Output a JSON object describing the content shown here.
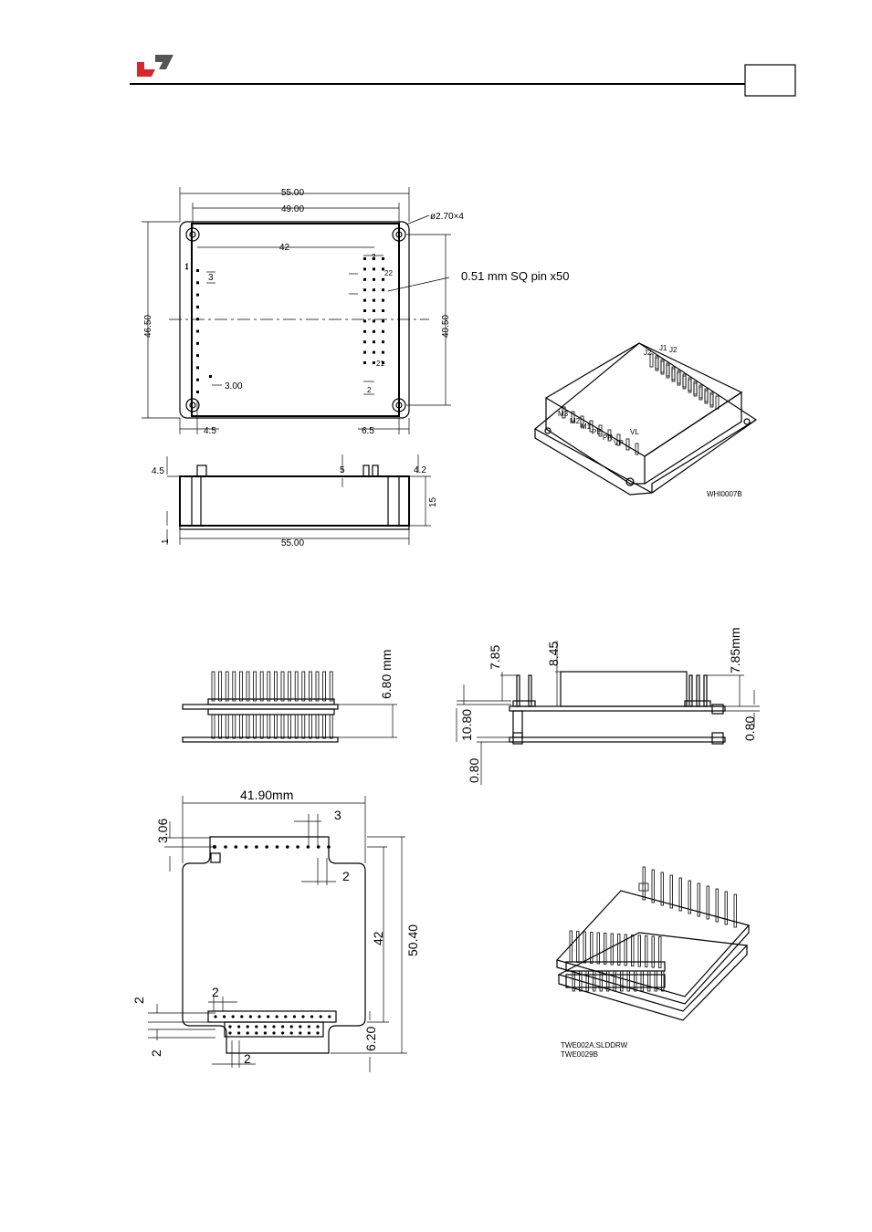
{
  "header": {
    "logo_colors": {
      "red": "#d9262b",
      "gray": "#555555"
    }
  },
  "top_view": {
    "dim_overall_width": "55.00",
    "dim_hole_spacing": "49.00",
    "dim_hole_dia": "ø2.70×4",
    "dim_pin_span": "42",
    "dim_pin_pitch_left": "3",
    "dim_pin_pitch_right": "3",
    "dim_pitch_top_right": "2",
    "dim_row_right": "22",
    "dim_pin_label": "0.51 mm SQ pin x50",
    "dim_left_pin": "3.00",
    "dim_height_overall": "46.50",
    "dim_height_holes": "40.50",
    "dim_left_offset": "4.5",
    "dim_right_offset": "6.5",
    "dim_pitch_bottom_right": "2",
    "pin_label_bottom": "1",
    "pin_label_bottom2": "21"
  },
  "side_view": {
    "dim_left_pin": "4.5",
    "dim_mid_pin": "5",
    "dim_right_pin": "4.2",
    "dim_height": "15",
    "dim_base": "1",
    "dim_width": "55.00"
  },
  "iso_view": {
    "part_code": "WHI0007B",
    "pin_labels": [
      "J2",
      "J1",
      "J2",
      "M3",
      "M2",
      "M1",
      "PE",
      "PR",
      "VP",
      "VL"
    ]
  },
  "stack_side_view": {
    "dim_height": "6.80 mm"
  },
  "stack_end_view": {
    "dim_left_pin": "7.85",
    "dim_mid_pin": "8.45",
    "dim_right_pin": "7.85mm",
    "dim_gap": "10.80",
    "dim_bottom_left": "0.80",
    "dim_bottom_right": "0.80"
  },
  "board_view": {
    "dim_width": "41.90mm",
    "dim_top_offset": "3.06",
    "dim_top_pitch": "3",
    "dim_top_pitch2": "2",
    "dim_height_pins": "42",
    "dim_height_overall": "50.40",
    "dim_left_a": "2",
    "dim_left_b": "2",
    "dim_bottom_pitch": "2",
    "dim_bottom_pitch2": "2",
    "dim_bottom_offset": "6.20"
  },
  "stack_iso_view": {
    "file_name": "TWE002A.SLDDRW",
    "part_code": "TWE0029B"
  }
}
